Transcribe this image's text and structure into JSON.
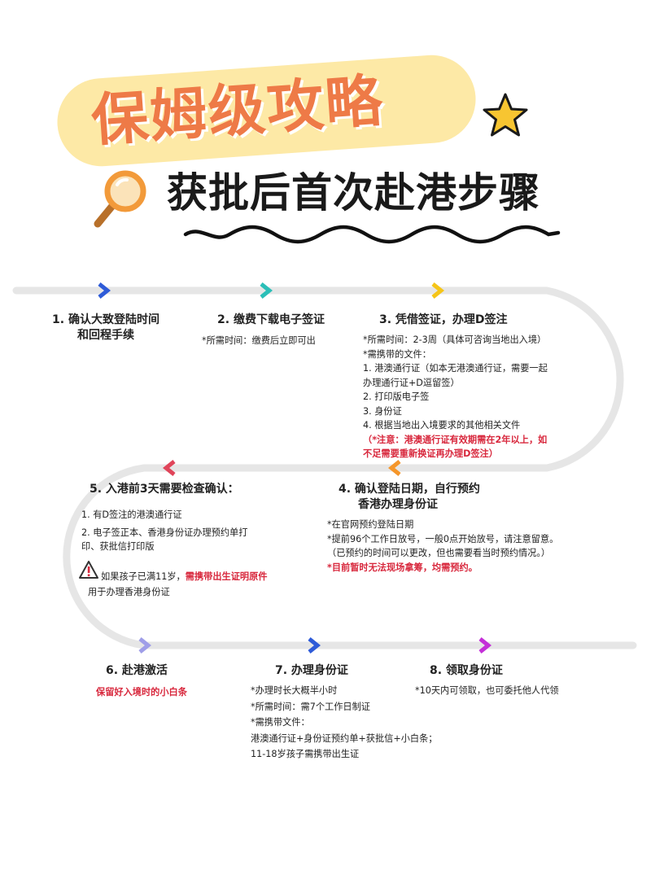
{
  "header": {
    "title": "保姆级攻略",
    "subtitle": "获批后首次赴港步骤"
  },
  "steps": {
    "s1": {
      "title_l1": "1. 确认大致登陆时间",
      "title_l2": "和回程手续"
    },
    "s2": {
      "title": "2. 缴费下载电子签证",
      "time": "*所需时间：缴费后立即可出"
    },
    "s3": {
      "title": "3. 凭借签证，办理D签注",
      "time": "*所需时间：2-3周（具体可咨询当地出入境）",
      "docs_label": "*需携带的文件：",
      "doc1_l1": "1. 港澳通行证（如本无港澳通行证，需要一起",
      "doc1_l2": "办理通行证+D逗留签）",
      "doc2": "2. 打印版电子签",
      "doc3": "3. 身份证",
      "doc4": "4. 根据当地出入境要求的其他相关文件",
      "note_l1": "（*注意：港澳通行证有效期需在2年以上，如",
      "note_l2": "不足需要重新换证再办理D签注）"
    },
    "s4": {
      "title_l1": "4. 确认登陆日期，自行预约",
      "title_l2": "香港办理身份证",
      "line1": "*在官网预约登陆日期",
      "line2": "*提前96个工作日放号，一般0点开始放号，请注意留意。",
      "line3": "（已预约的时间可以更改，但也需要看当时预约情况。）",
      "line4": "*目前暂时无法现场拿筹，均需预约。"
    },
    "s5": {
      "title": "5. 入港前3天需要检查确认：",
      "item1": "1. 有D签注的港澳通行证",
      "item2_l1": "2. 电子签正本、香港身份证办理预约单打",
      "item2_l2": "印、获批信打印版",
      "warn_prefix": "如果孩子已满11岁，",
      "warn_red": "需携带出生证明原件",
      "warn_l2": "用于办理香港身份证"
    },
    "s6": {
      "title": "6. 赴港激活",
      "note": "保留好入境时的小白条"
    },
    "s7": {
      "title": "7. 办理身份证",
      "line1": "*办理时长大概半小时",
      "line2": "*所需时间：需7个工作日制证",
      "line3": "*需携带文件：",
      "line4": "港澳通行证+身份证预约单+获批信+小白条；",
      "line5": "11-18岁孩子需携带出生证"
    },
    "s8": {
      "title": "8.  领取身份证",
      "note": "*10天内可领取，也可委托他人代领"
    }
  },
  "colors": {
    "title_orange": "#ee7a47",
    "title_bg": "#fde9a6",
    "track_gray": "#e6e6e6",
    "warning_red": "#d8283d",
    "arrow_blue": "#2e5bd8",
    "arrow_teal": "#2bbfb8",
    "arrow_yellow": "#f5c518",
    "arrow_orange": "#f5962a",
    "arrow_red": "#e0455a",
    "arrow_lavender": "#9f9ee8",
    "arrow_magenta": "#c42fd8"
  },
  "icons": {
    "star": "star-icon",
    "magnifier": "magnifier-icon",
    "warning": "warning-triangle-icon",
    "chevron": "chevron-right-icon"
  }
}
